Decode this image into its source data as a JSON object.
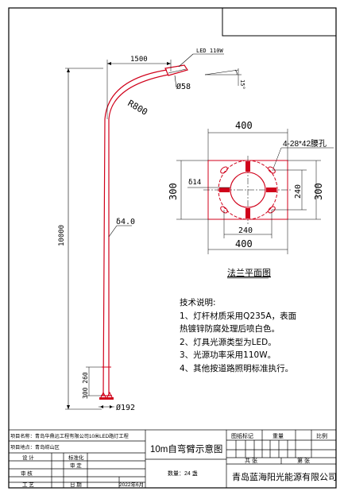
{
  "drawing": {
    "led_label": "LED 110W",
    "arm_length": "1500",
    "arm_diameter": "Ø58",
    "radius": "R800",
    "angle": "15°",
    "pole_height": "10000",
    "wall_thickness": "δ4.0",
    "base_dims": "300 260",
    "base_diameter": "Ø192"
  },
  "flange": {
    "top_width": "400",
    "holes": "4-28*42腰孔",
    "thickness": "δ14",
    "left_height": "300",
    "right_inner": "240",
    "right_outer": "300",
    "bottom_inner": "240",
    "bottom_outer": "400",
    "title": "法兰平面图"
  },
  "notes": {
    "heading": "技术说明:",
    "lines": [
      "1、灯杆材质采用Q235A，表面",
      "热镀锌防腐处理后喷白色。",
      "2、灯具光源类型为LED。",
      "3、光源功率采用110W。",
      "4、其他按道路照明标准执行。"
    ]
  },
  "titleblock": {
    "project_name": "项目名称：青岛华鼎远工程有限公司10米LED路灯工程",
    "project_location": "项目地点：青岛崂山区",
    "design": "设 计",
    "standard": "标准化",
    "review": "审 定",
    "audit": "审 核",
    "craft": "工 艺",
    "date_label": "日 期",
    "date": "2022年6月",
    "drawing_title": "10m自弯臂示意图",
    "quantity": "数量：24  盏",
    "mark": "图纸标记",
    "weight": "重量",
    "scale": "比例",
    "total_sheets": "共 张",
    "sheet_no": "第 张",
    "company": "青岛蓝海阳光能源有限公司"
  }
}
